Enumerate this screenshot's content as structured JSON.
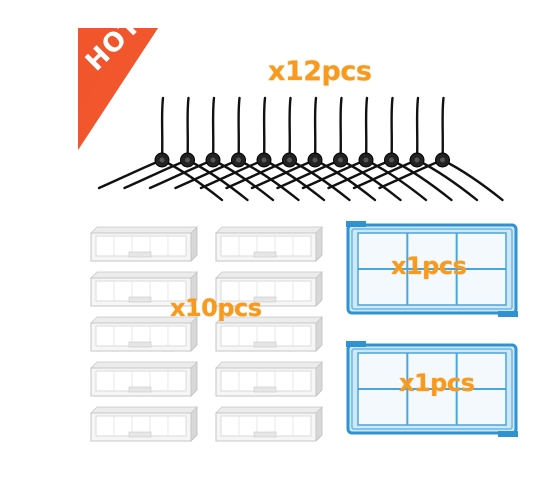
{
  "badge": {
    "text": "HOT",
    "color": "#f0522a"
  },
  "labels": {
    "side_brush_qty": "x12pcs",
    "hepa_filter_qty": "x10pcs",
    "primary_filter_qty_1": "x1pcs",
    "primary_filter_qty_2": "x1pcs"
  },
  "colors": {
    "label": "#f79a1e",
    "brush": "#111111",
    "filter_frame_blue": "#3aa2dc",
    "hepa_white": "#f3f3f3"
  }
}
